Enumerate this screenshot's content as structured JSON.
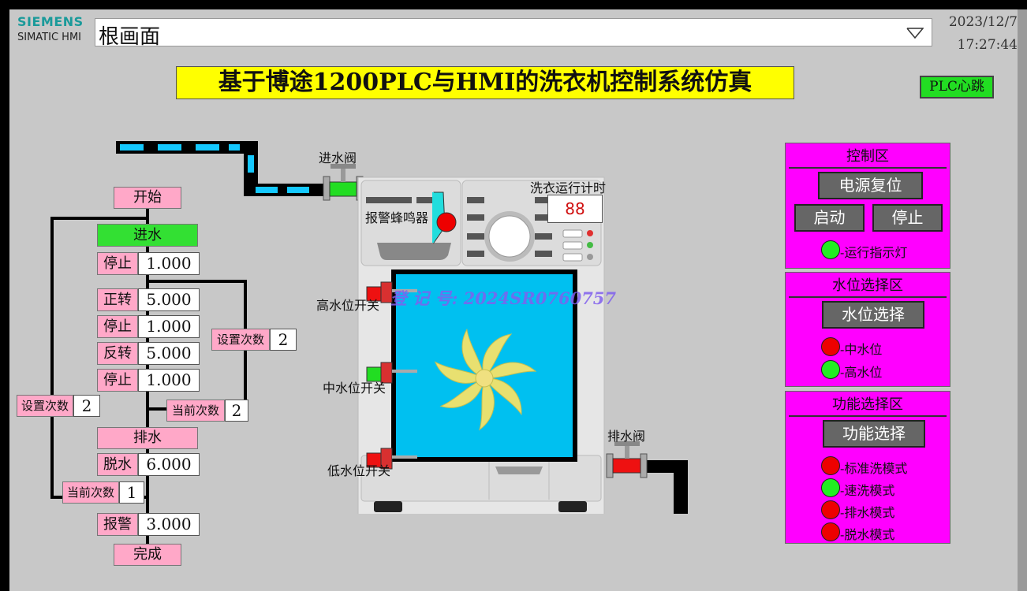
{
  "header": {
    "brand": "SIEMENS",
    "product": "SIMATIC HMI",
    "screen_name": "根画面",
    "date": "2023/12/7",
    "time": "17:27:44"
  },
  "title": "基于博途1200PLC与HMI的洗衣机控制系统仿真",
  "plc_heartbeat": "PLC心跳",
  "watermark": "登 记 号:  2024SR0760757",
  "flow": {
    "start": "开始",
    "inlet": "进水",
    "stop1_label": "停止",
    "stop1_value": "1.000",
    "forward_label": "正转",
    "forward_value": "5.000",
    "stop2_label": "停止",
    "stop2_value": "1.000",
    "reverse_label": "反转",
    "reverse_value": "5.000",
    "stop3_label": "停止",
    "stop3_value": "1.000",
    "inner_set_count_label": "设置次数",
    "inner_set_count_value": "2",
    "inner_cur_count_label": "当前次数",
    "inner_cur_count_value": "2",
    "outer_set_count_label": "设置次数",
    "outer_set_count_value": "2",
    "drain": "排水",
    "spin_label": "脱水",
    "spin_value": "6.000",
    "outer_cur_count_label": "当前次数",
    "outer_cur_count_value": "1",
    "alarm_label": "报警",
    "alarm_value": "3.000",
    "done": "完成"
  },
  "machine": {
    "inlet_valve_label": "进水阀",
    "drain_valve_label": "排水阀",
    "buzzer_label": "报警蜂鸣器",
    "timer_label": "洗衣运行计时",
    "timer_value": "88",
    "high_switch_label": "高水位开关",
    "mid_switch_label": "中水位开关",
    "low_switch_label": "低水位开关"
  },
  "control_area": {
    "title": "控制区",
    "power_reset": "电源复位",
    "start": "启动",
    "stop": "停止",
    "run_lamp_label": "运行指示灯",
    "run_lamp_state": "on"
  },
  "water_area": {
    "title": "水位选择区",
    "button": "水位选择",
    "options": [
      {
        "label": "中水位",
        "state": "off"
      },
      {
        "label": "高水位",
        "state": "on"
      }
    ]
  },
  "function_area": {
    "title": "功能选择区",
    "button": "功能选择",
    "options": [
      {
        "label": "标准洗模式",
        "state": "off"
      },
      {
        "label": "速洗模式",
        "state": "on"
      },
      {
        "label": "排水模式",
        "state": "off"
      },
      {
        "label": "脱水模式",
        "state": "off"
      }
    ]
  },
  "colors": {
    "lamp_on": "#22ee22",
    "lamp_off": "#ee0000",
    "panel": "#ff00ff",
    "banner": "#ffff00",
    "water": "#00c0f0"
  }
}
